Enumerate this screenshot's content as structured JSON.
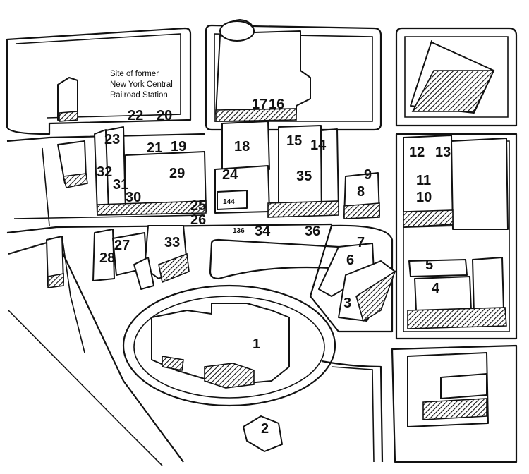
{
  "note_lines": [
    "Site of former",
    "New York Central",
    "Railroad Station"
  ],
  "labels": [
    {
      "text": "1"
    },
    {
      "text": "2"
    },
    {
      "text": "3"
    },
    {
      "text": "4"
    },
    {
      "text": "5"
    },
    {
      "text": "6"
    },
    {
      "text": "7"
    },
    {
      "text": "8"
    },
    {
      "text": "9"
    },
    {
      "text": "10"
    },
    {
      "text": "11"
    },
    {
      "text": "12"
    },
    {
      "text": "13"
    },
    {
      "text": "14"
    },
    {
      "text": "15"
    },
    {
      "text": "16"
    },
    {
      "text": "17"
    },
    {
      "text": "18"
    },
    {
      "text": "19"
    },
    {
      "text": "20"
    },
    {
      "text": "21"
    },
    {
      "text": "22"
    },
    {
      "text": "23"
    },
    {
      "text": "24"
    },
    {
      "text": "25"
    },
    {
      "text": "26"
    },
    {
      "text": "27"
    },
    {
      "text": "28"
    },
    {
      "text": "29"
    },
    {
      "text": "30"
    },
    {
      "text": "31"
    },
    {
      "text": "32"
    },
    {
      "text": "33"
    },
    {
      "text": "34"
    },
    {
      "text": "35"
    },
    {
      "text": "36"
    },
    {
      "text": "144"
    },
    {
      "text": "136"
    }
  ]
}
